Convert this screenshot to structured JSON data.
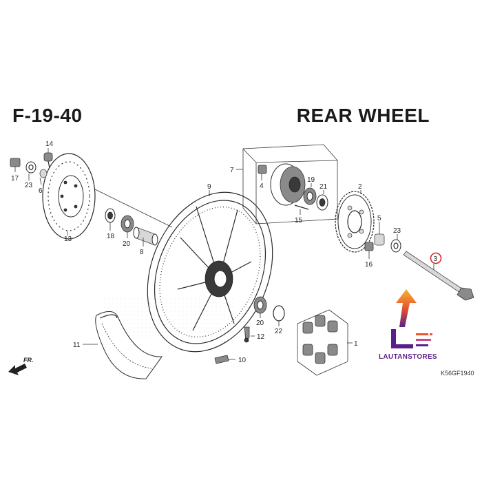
{
  "header": {
    "section_code": "F-19-40",
    "title": "REAR WHEEL"
  },
  "callouts": {
    "p1": "1",
    "p2": "2",
    "p3": "3",
    "p4": "4",
    "p5": "5",
    "p6": "6",
    "p7": "7",
    "p8": "8",
    "p9": "9",
    "p10": "10",
    "p11": "11",
    "p12": "12",
    "p13": "13",
    "p14": "14",
    "p15": "15",
    "p16": "16",
    "p17": "17",
    "p18": "18",
    "p19": "19",
    "p20a": "20",
    "p20b": "20",
    "p21": "21",
    "p22": "22",
    "p23a": "23",
    "p23b": "23"
  },
  "highlight": {
    "part": "3",
    "color": "#d62828"
  },
  "direction": {
    "label": "FR."
  },
  "brand": {
    "name": "LAUTANSTORES",
    "primary_color": "#5a1f8a",
    "accent_color": "#e8552a"
  },
  "reference": {
    "code": "K56GF1940"
  },
  "colors": {
    "ink": "#1a1a1a",
    "watermark": "#e6e6e6"
  }
}
